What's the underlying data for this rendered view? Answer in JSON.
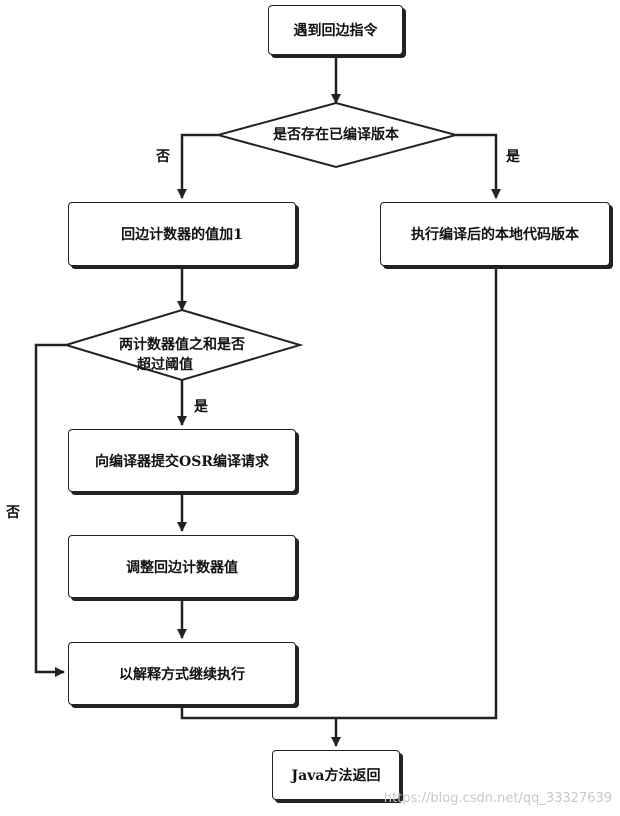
{
  "nodes": {
    "start": "遇到回边指令",
    "has_compiled": "是否存在已编译版本",
    "inc_counter": "回边计数器的值加1",
    "exec_native": "执行编译后的本地代码版本",
    "threshold_line1": "两计数器值之和是否",
    "threshold_line2": "超过阈值",
    "submit_osr": "向编译器提交OSR编译请求",
    "adjust_counter": "调整回边计数器值",
    "continue_interp": "以解释方式继续执行",
    "java_return": "Java方法返回"
  },
  "edge_labels": {
    "compiled_no": "否",
    "compiled_yes": "是",
    "threshold_yes": "是",
    "threshold_no": "否"
  },
  "watermark": "https://blog.csdn.net/qq_33327639"
}
